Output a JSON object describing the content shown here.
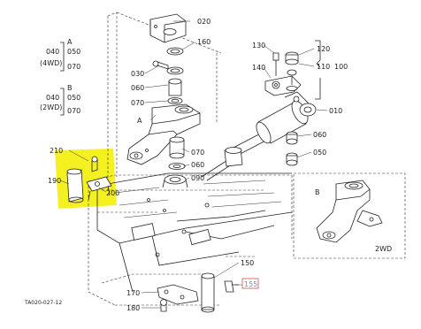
{
  "diagram": {
    "ref_code": "TA020-027-12",
    "highlight_color": "#f5f020",
    "callout_box_color": "#d05050",
    "bubble_a": "A",
    "bubble_b": "B",
    "left_block_a": {
      "letter": "A",
      "line1_left": "040",
      "line1_right": "050",
      "variant": "(4WD)",
      "line2_right": "070"
    },
    "left_block_b": {
      "letter": "B",
      "line1_left": "040",
      "line1_right": "050",
      "variant": "(2WD)",
      "line2_right": "070"
    },
    "inset": {
      "letter": "B",
      "caption": "2WD"
    },
    "parts": {
      "p010": "010",
      "p020": "020",
      "p030": "030",
      "p050": "050",
      "p060a": "060",
      "p060b": "060",
      "p060c": "060",
      "p070a": "070",
      "p070b": "070",
      "p090": "090",
      "p100": "100",
      "p110": "110",
      "p120": "120",
      "p130": "130",
      "p140": "140",
      "p150": "150",
      "p160": "160",
      "p170": "170",
      "p180": "180",
      "p190": "190",
      "p200": "200",
      "p210": "210",
      "p155": "155"
    }
  }
}
